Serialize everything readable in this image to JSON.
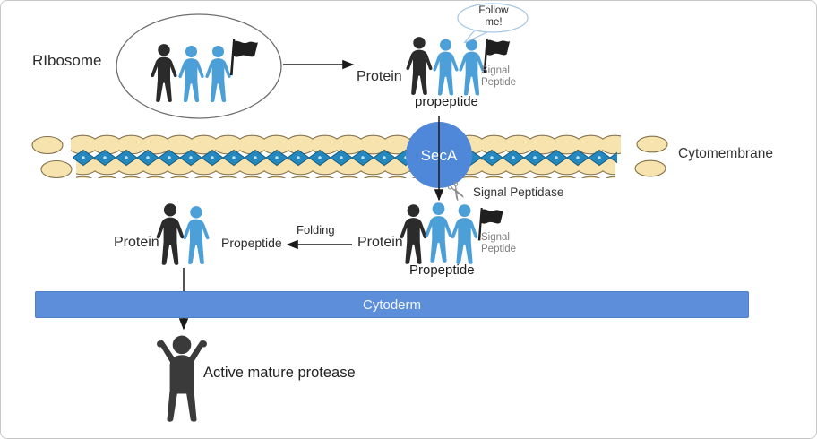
{
  "labels": {
    "ribosome": "RIbosome",
    "protein_top": "Protein",
    "follow_me": "Follow\nme!",
    "signal_peptide_top": "Signal\nPeptide",
    "propeptide_top": "propeptide",
    "seca": "SecA",
    "cytomembrane": "Cytomembrane",
    "signal_peptidase": "Signal Peptidase",
    "protein_mid": "Protein",
    "signal_peptide_mid": "Signal\nPeptide",
    "propeptide_mid": "Propeptide",
    "folding": "Folding",
    "protein_left": "Protein",
    "propeptide_left": "Propeptide",
    "cytoderm": "Cytoderm",
    "active_mature_protease": "Active mature protease"
  },
  "icons": {
    "scissors": "✂"
  },
  "colors": {
    "figure_blue": "#4c9fd7",
    "figure_black": "#2b2b2b",
    "seca_circle": "#4f88d8",
    "cytoderm_bar": "#5c8eda",
    "membrane_lipid_fill": "#f7e3ad",
    "membrane_lipid_stroke": "#83714c",
    "zigzag_blue": "#2488bf",
    "muted_text": "#7e7e7e",
    "bubble_stroke": "#a4c6e4"
  }
}
